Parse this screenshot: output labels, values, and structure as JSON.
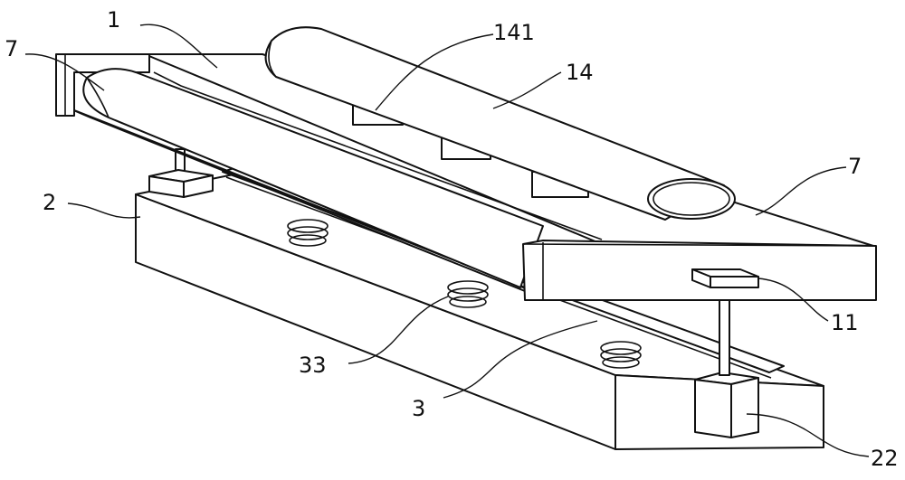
{
  "labels": {
    "l1": "1",
    "l7a": "7",
    "l141": "141",
    "l14": "14",
    "l7b": "7",
    "l2": "2",
    "l11": "11",
    "l33": "33",
    "l3": "3",
    "l22": "22"
  },
  "colors": {
    "line": "#111111",
    "background": "#ffffff"
  }
}
